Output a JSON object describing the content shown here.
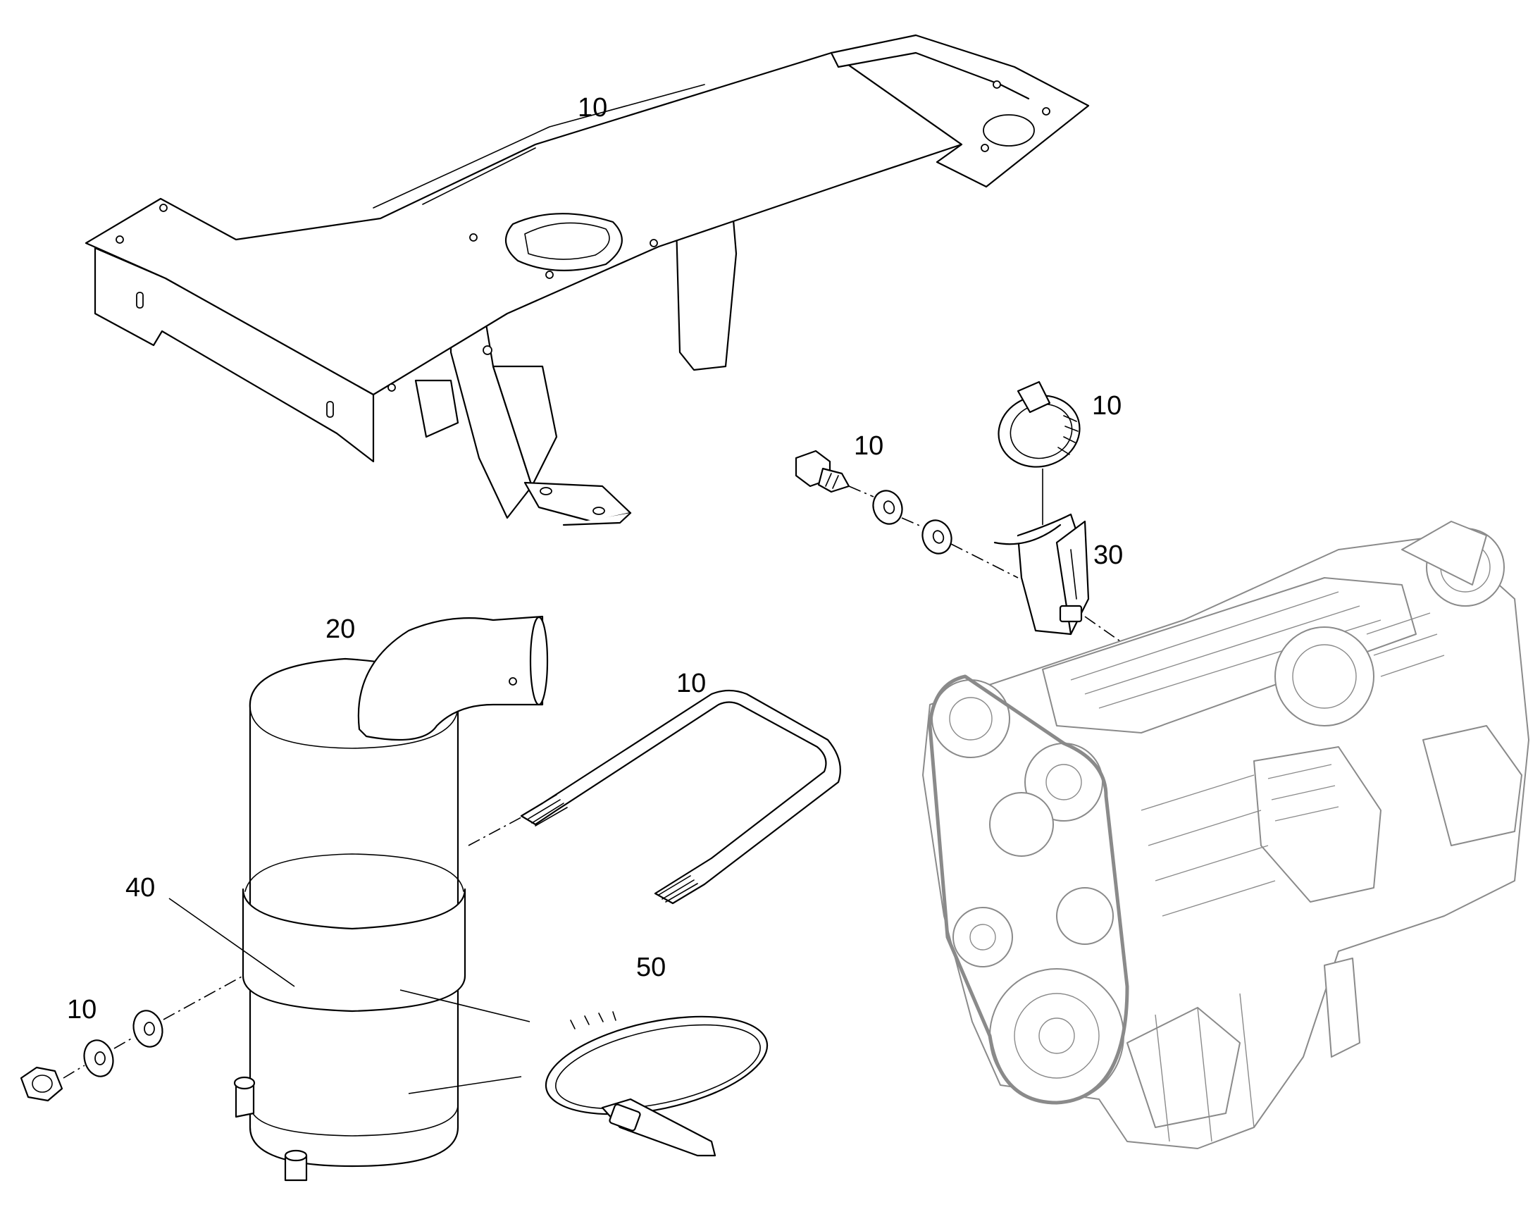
{
  "callouts": {
    "bracket_frame": "10",
    "hose_clamp_small": "10",
    "bolt": "10",
    "support_bracket": "30",
    "muffler": "20",
    "u_bolt": "10",
    "strap": "40",
    "nut_washers": "10",
    "band_clamp": "50"
  },
  "colors": {
    "line": "#000000",
    "engine_line": "#8a8a8a",
    "background": "#ffffff"
  }
}
